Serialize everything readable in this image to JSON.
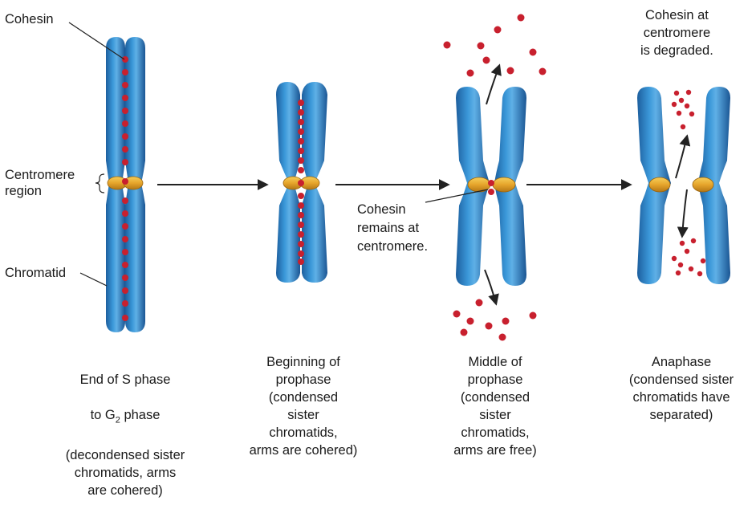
{
  "colors": {
    "chromatid": "#2e86c8",
    "chromatid_dark": "#1c5f9c",
    "chromatid_light": "#8fc6ee",
    "cohesin": "#c8202e",
    "centromere_ring": "#e0a52a",
    "arrow": "#222222"
  },
  "labels": {
    "cohesin": "Cohesin",
    "centromere_region": "Centromere\nregion",
    "chromatid": "Chromatid",
    "cohesin_remains": "Cohesin\nremains at\ncentromere.",
    "cohesin_degraded": "Cohesin at\ncentromere\nis degraded."
  },
  "stages": [
    {
      "caption_line1": "End of S phase",
      "caption_line2_prefix": "to G",
      "caption_line2_sub": "2",
      "caption_line2_suffix": " phase",
      "caption_rest": "(decondensed sister\nchromatids, arms\nare cohered)"
    },
    {
      "caption": "Beginning of\nprophase\n(condensed\nsister\nchromatids,\narms are cohered)"
    },
    {
      "caption": "Middle of\nprophase\n(condensed\nsister\nchromatids,\narms are free)"
    },
    {
      "caption": "Anaphase\n(condensed sister\nchromatids have\nseparated)"
    }
  ]
}
